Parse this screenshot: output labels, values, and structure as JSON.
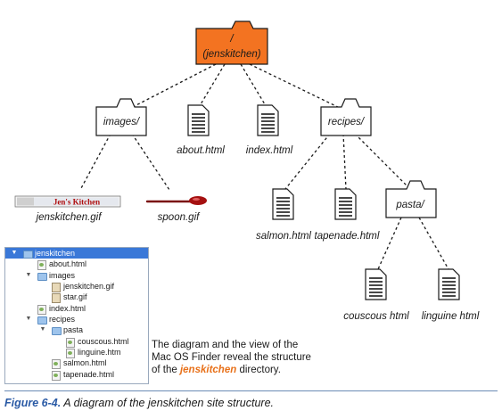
{
  "diagram": {
    "root_line1": "/",
    "root_line2": "(jenskitchen)",
    "nodes": {
      "images": "images/",
      "about": "about.html",
      "index": "index.html",
      "recipes": "recipes/",
      "jenskitchen_gif": "jenskitchen.gif",
      "spoon_gif": "spoon.gif",
      "salmon": "salmon.html",
      "tapenade": "tapenade.html",
      "pasta": "pasta/",
      "couscous": "couscous html",
      "linguine": "linguine html"
    },
    "banner_text": "Jen's Kitchen",
    "colors": {
      "root_fill": "#f37321",
      "link": "#1a1a1a"
    }
  },
  "finder": {
    "rows": [
      {
        "label": "jenskitchen",
        "depth": 0,
        "icon": "folder-icon",
        "expanded": true,
        "selected": true
      },
      {
        "label": "about.html",
        "depth": 1,
        "icon": "html-file-icon"
      },
      {
        "label": "images",
        "depth": 1,
        "icon": "folder-icon",
        "expanded": true
      },
      {
        "label": "jenskitchen.gif",
        "depth": 2,
        "icon": "image-file-icon"
      },
      {
        "label": "star.gif",
        "depth": 2,
        "icon": "image-file-icon"
      },
      {
        "label": "index.html",
        "depth": 1,
        "icon": "html-file-icon"
      },
      {
        "label": "recipes",
        "depth": 1,
        "icon": "folder-icon",
        "expanded": true
      },
      {
        "label": "pasta",
        "depth": 2,
        "icon": "folder-icon",
        "expanded": true
      },
      {
        "label": "couscous.html",
        "depth": 3,
        "icon": "html-file-icon"
      },
      {
        "label": "linguine.htm",
        "depth": 3,
        "icon": "html-file-icon"
      },
      {
        "label": "salmon.html",
        "depth": 2,
        "icon": "html-file-icon"
      },
      {
        "label": "tapenade.html",
        "depth": 2,
        "icon": "html-file-icon"
      }
    ]
  },
  "side_caption": {
    "line1": "The diagram and the view of the",
    "line2": "Mac OS Finder reveal the structure",
    "line3_prefix": "of the ",
    "line3_em": "jenskitchen",
    "line3_suffix": " directory."
  },
  "figure_caption": {
    "number": "Figure 6-4.",
    "text": "A diagram of the jenskitchen site structure."
  }
}
